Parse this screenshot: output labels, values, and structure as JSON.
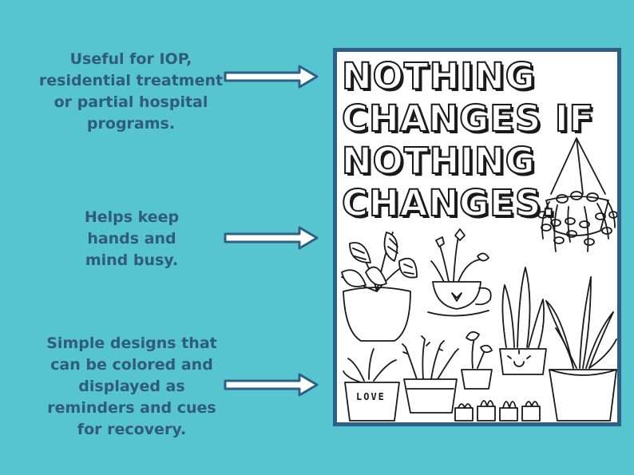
{
  "callouts": [
    {
      "text": "Useful for IOP,\nresidential treatment\nor partial hospital\nprograms."
    },
    {
      "text": "Helps keep\nhands and\nmind busy."
    },
    {
      "text": "Simple designs that\ncan be colored and\ndisplayed as\nreminders and cues\nfor recovery."
    }
  ],
  "poster": {
    "headline": "NOTHING\nCHANGES IF\nNOTHING\nCHANGES.",
    "pot_label": "LOVE"
  },
  "colors": {
    "background": "#56c5d0",
    "callout_text": "#2f5c7a",
    "poster_frame": "#2d6086",
    "arrow_outline": "#2d6086"
  }
}
